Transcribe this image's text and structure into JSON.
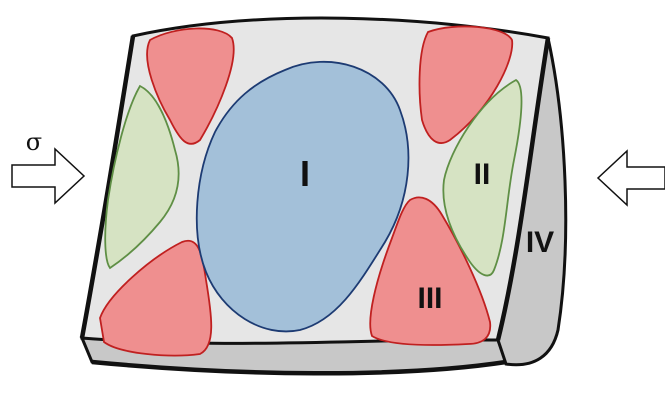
{
  "stress_symbol": "σ",
  "regions": {
    "I": "I",
    "II": "II",
    "III": "III",
    "IV": "IV"
  },
  "colors": {
    "grain_fill": "#e6e6e6",
    "side_fill": "#c8c8c8",
    "region_I": "#a3c0d9",
    "region_I_stroke": "#1d3b73",
    "region_II": "#d6e3c3",
    "region_II_stroke": "#5f8f45",
    "region_III": "#ef8f8f",
    "region_III_stroke": "#c02020",
    "outline": "#111111"
  }
}
